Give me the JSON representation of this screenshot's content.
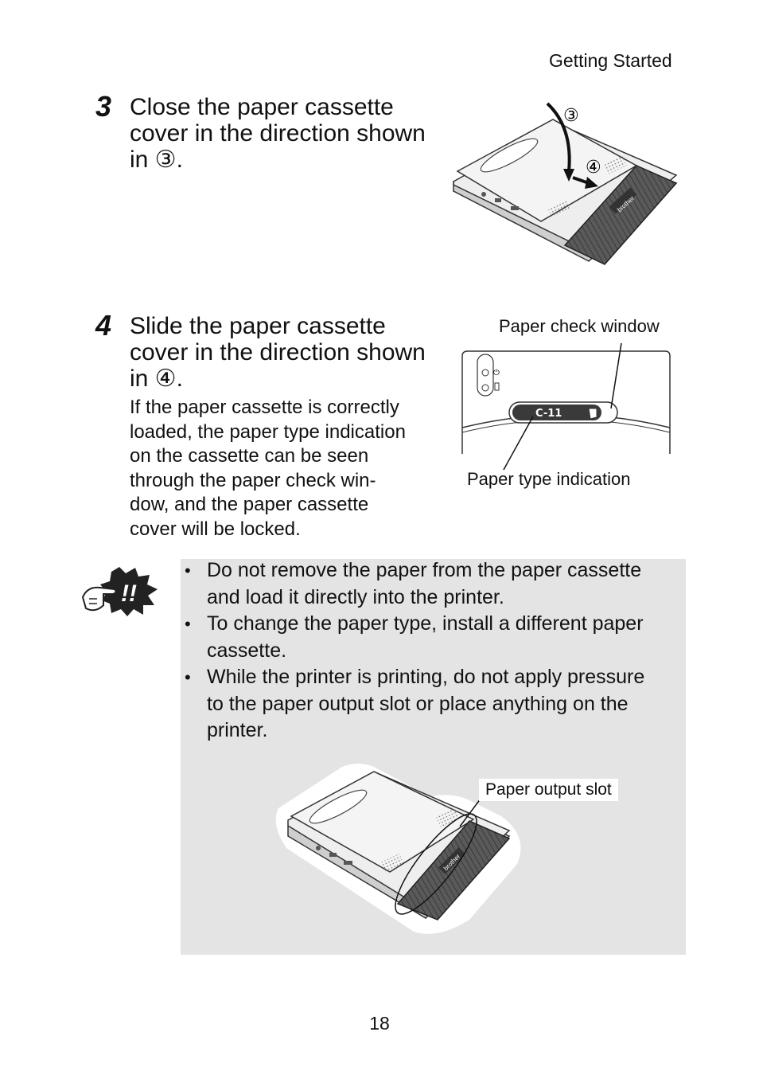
{
  "header": {
    "section": "Getting Started"
  },
  "step3": {
    "number": "3",
    "title_lines": [
      "Close the paper cassette",
      "cover in the direction shown",
      "in ③."
    ],
    "figure": {
      "marker_a": "③",
      "marker_b": "④",
      "brand": "brother"
    }
  },
  "step4": {
    "number": "4",
    "title_lines": [
      "Slide the paper cassette",
      "cover in the direction shown",
      "in ④."
    ],
    "body_lines": [
      "If the paper cassette is correctly",
      "loaded, the paper type indication",
      "on the cassette can be seen",
      "through the paper check win-",
      "dow, and the paper cassette",
      "cover will be locked."
    ],
    "figure": {
      "top_label": "Paper check window",
      "bottom_label": "Paper type indication",
      "cassette_code": "C-11"
    }
  },
  "note": {
    "icon": "caution-hand-icon",
    "bullets": [
      {
        "lines": [
          "Do not remove the paper from the paper cassette",
          "and load it directly into the printer."
        ]
      },
      {
        "lines": [
          "To change the paper type, install a different paper",
          "cassette."
        ]
      },
      {
        "lines": [
          "While the printer is printing, do not apply pressure",
          "to the paper output slot or place anything on the",
          "printer."
        ]
      }
    ],
    "figure": {
      "label": "Paper output slot",
      "brand": "brother"
    }
  },
  "page_number": "18",
  "colors": {
    "note_background": "#e4e4e4",
    "printer_body": "#e8e8e8",
    "cassette_dark": "#555555"
  }
}
